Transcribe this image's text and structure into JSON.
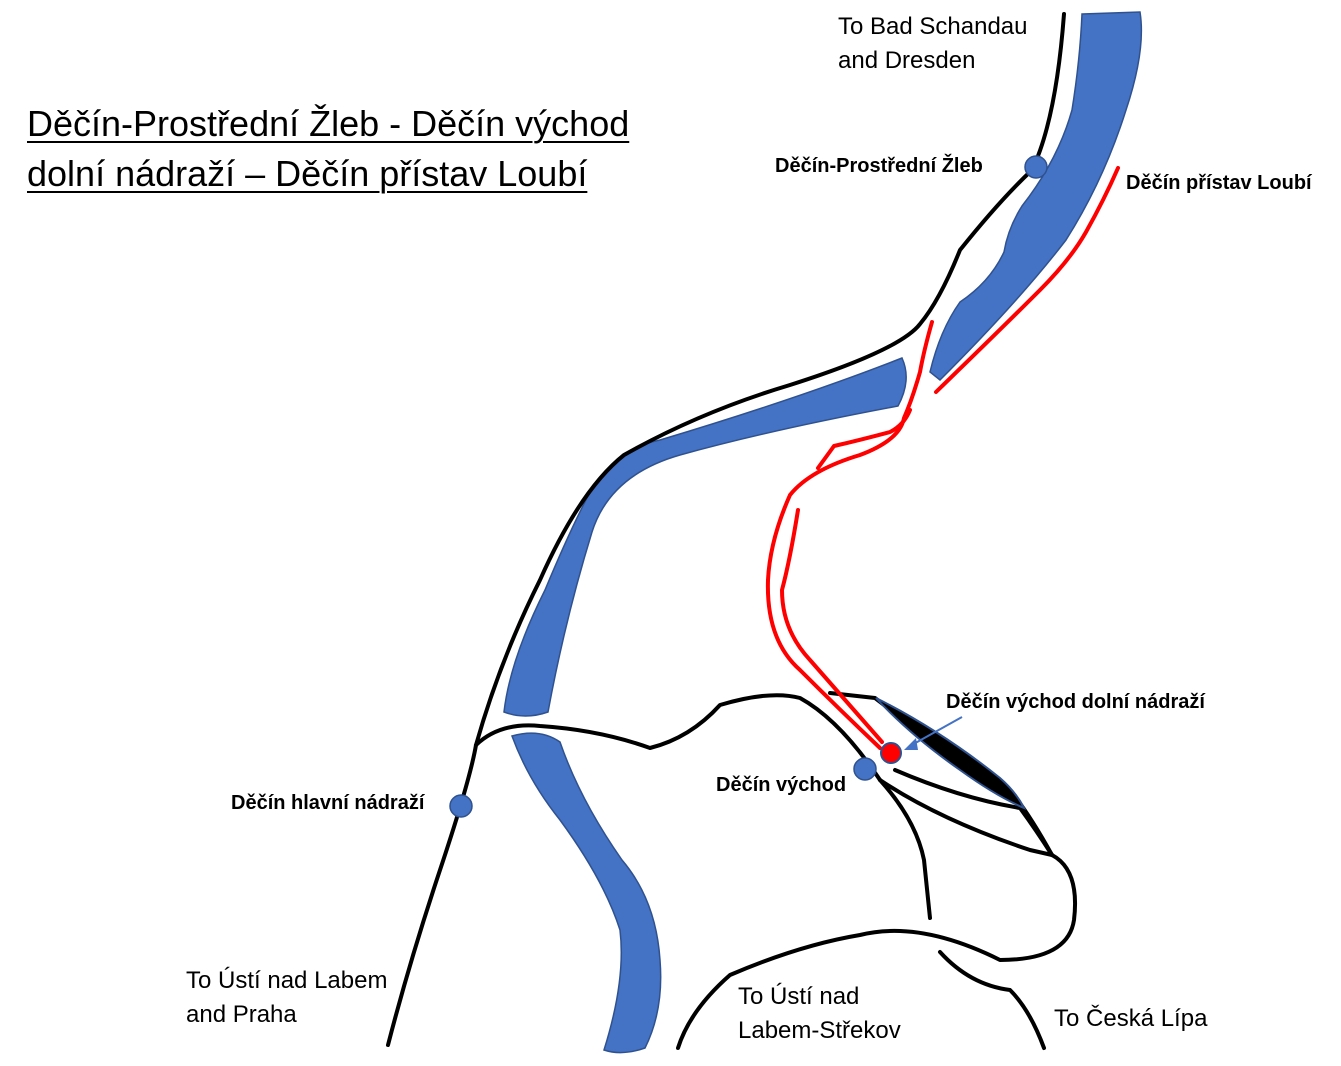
{
  "title": {
    "line1": "Děčín-Prostřední Žleb - Děčín východ",
    "line2": "dolní nádraží – Děčín přístav Loubí"
  },
  "destinations": {
    "bad_schandau": {
      "line1": "To Bad Schandau",
      "line2": "and Dresden"
    },
    "usti_praha": {
      "line1": "To Ústí nad Labem",
      "line2": "and Praha"
    },
    "usti_strekov": {
      "line1": "To Ústí nad",
      "line2": "Labem-Střekov"
    },
    "ceska_lipa": {
      "line1": "To Česká Lípa"
    }
  },
  "stations": {
    "prostredni_zleb": "Děčín-Prostřední Žleb",
    "pristav_loubi": "Děčín přístav Loubí",
    "vychod_dolni": "Děčín východ dolní nádraží",
    "vychod": "Děčín východ",
    "hlavni": "Děčín hlavní nádraží"
  },
  "colors": {
    "river": "#4472C4",
    "river_outline": "#2F528F",
    "track": "#000000",
    "highlighted_track": "#FF0000",
    "station_dot": "#4472C4",
    "highlighted_station_dot": "#FF0000"
  }
}
